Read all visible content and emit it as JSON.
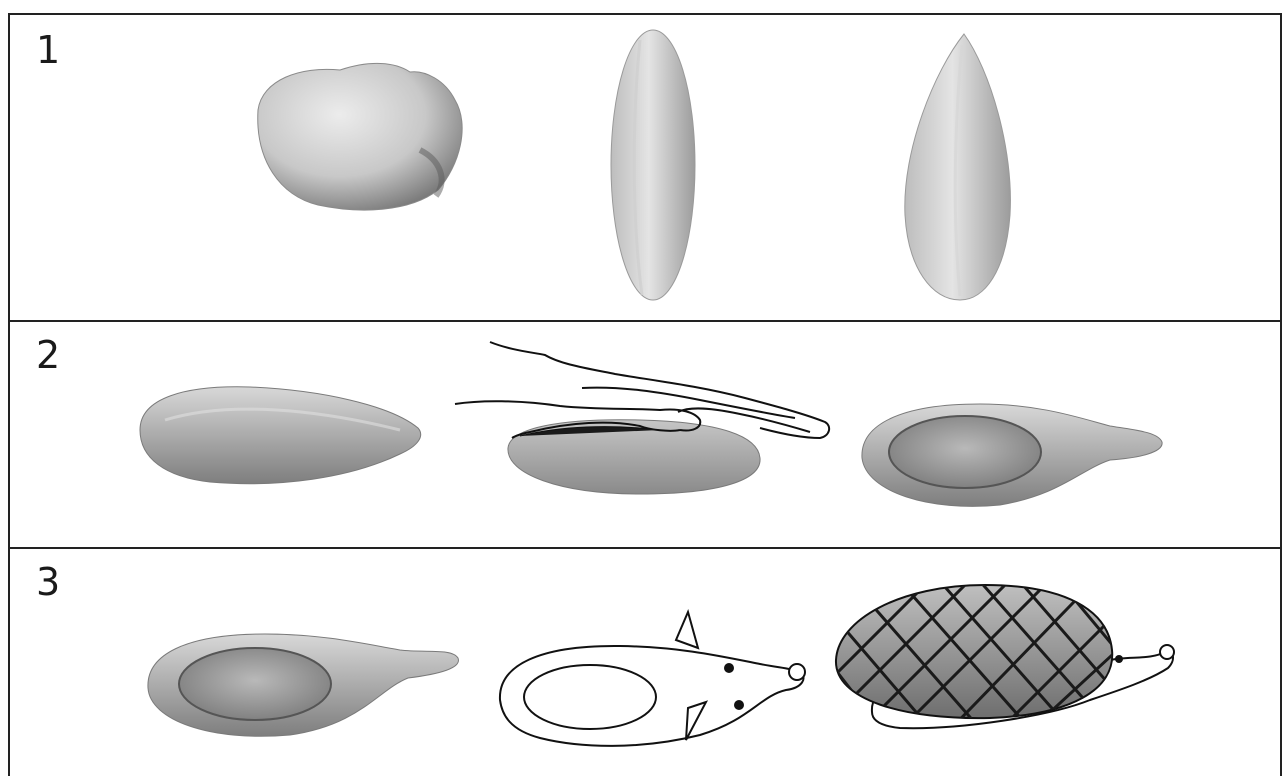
{
  "steps": [
    {
      "number": "1"
    },
    {
      "number": "2"
    },
    {
      "number": "3"
    }
  ],
  "colors": {
    "frame": "#222222",
    "seed_light": "#e6e6e6",
    "seed_mid": "#c4c4c4",
    "seed_dark": "#8a8a8a",
    "line": "#111111"
  }
}
